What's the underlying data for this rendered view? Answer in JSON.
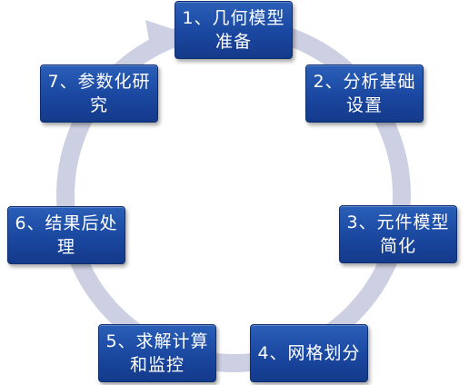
{
  "diagram": {
    "ring_color": "#cdd0e2",
    "box_color": "#1d4aa2",
    "text_color": "#ffffff",
    "steps": [
      {
        "label": "1、几何模型\n准备"
      },
      {
        "label": "2、分析基础\n设置"
      },
      {
        "label": "3、元件模型\n简化"
      },
      {
        "label": "4、网格划分"
      },
      {
        "label": "5、求解计算\n和监控"
      },
      {
        "label": "6、结果后处\n理"
      },
      {
        "label": "7、参数化研\n究"
      }
    ]
  }
}
